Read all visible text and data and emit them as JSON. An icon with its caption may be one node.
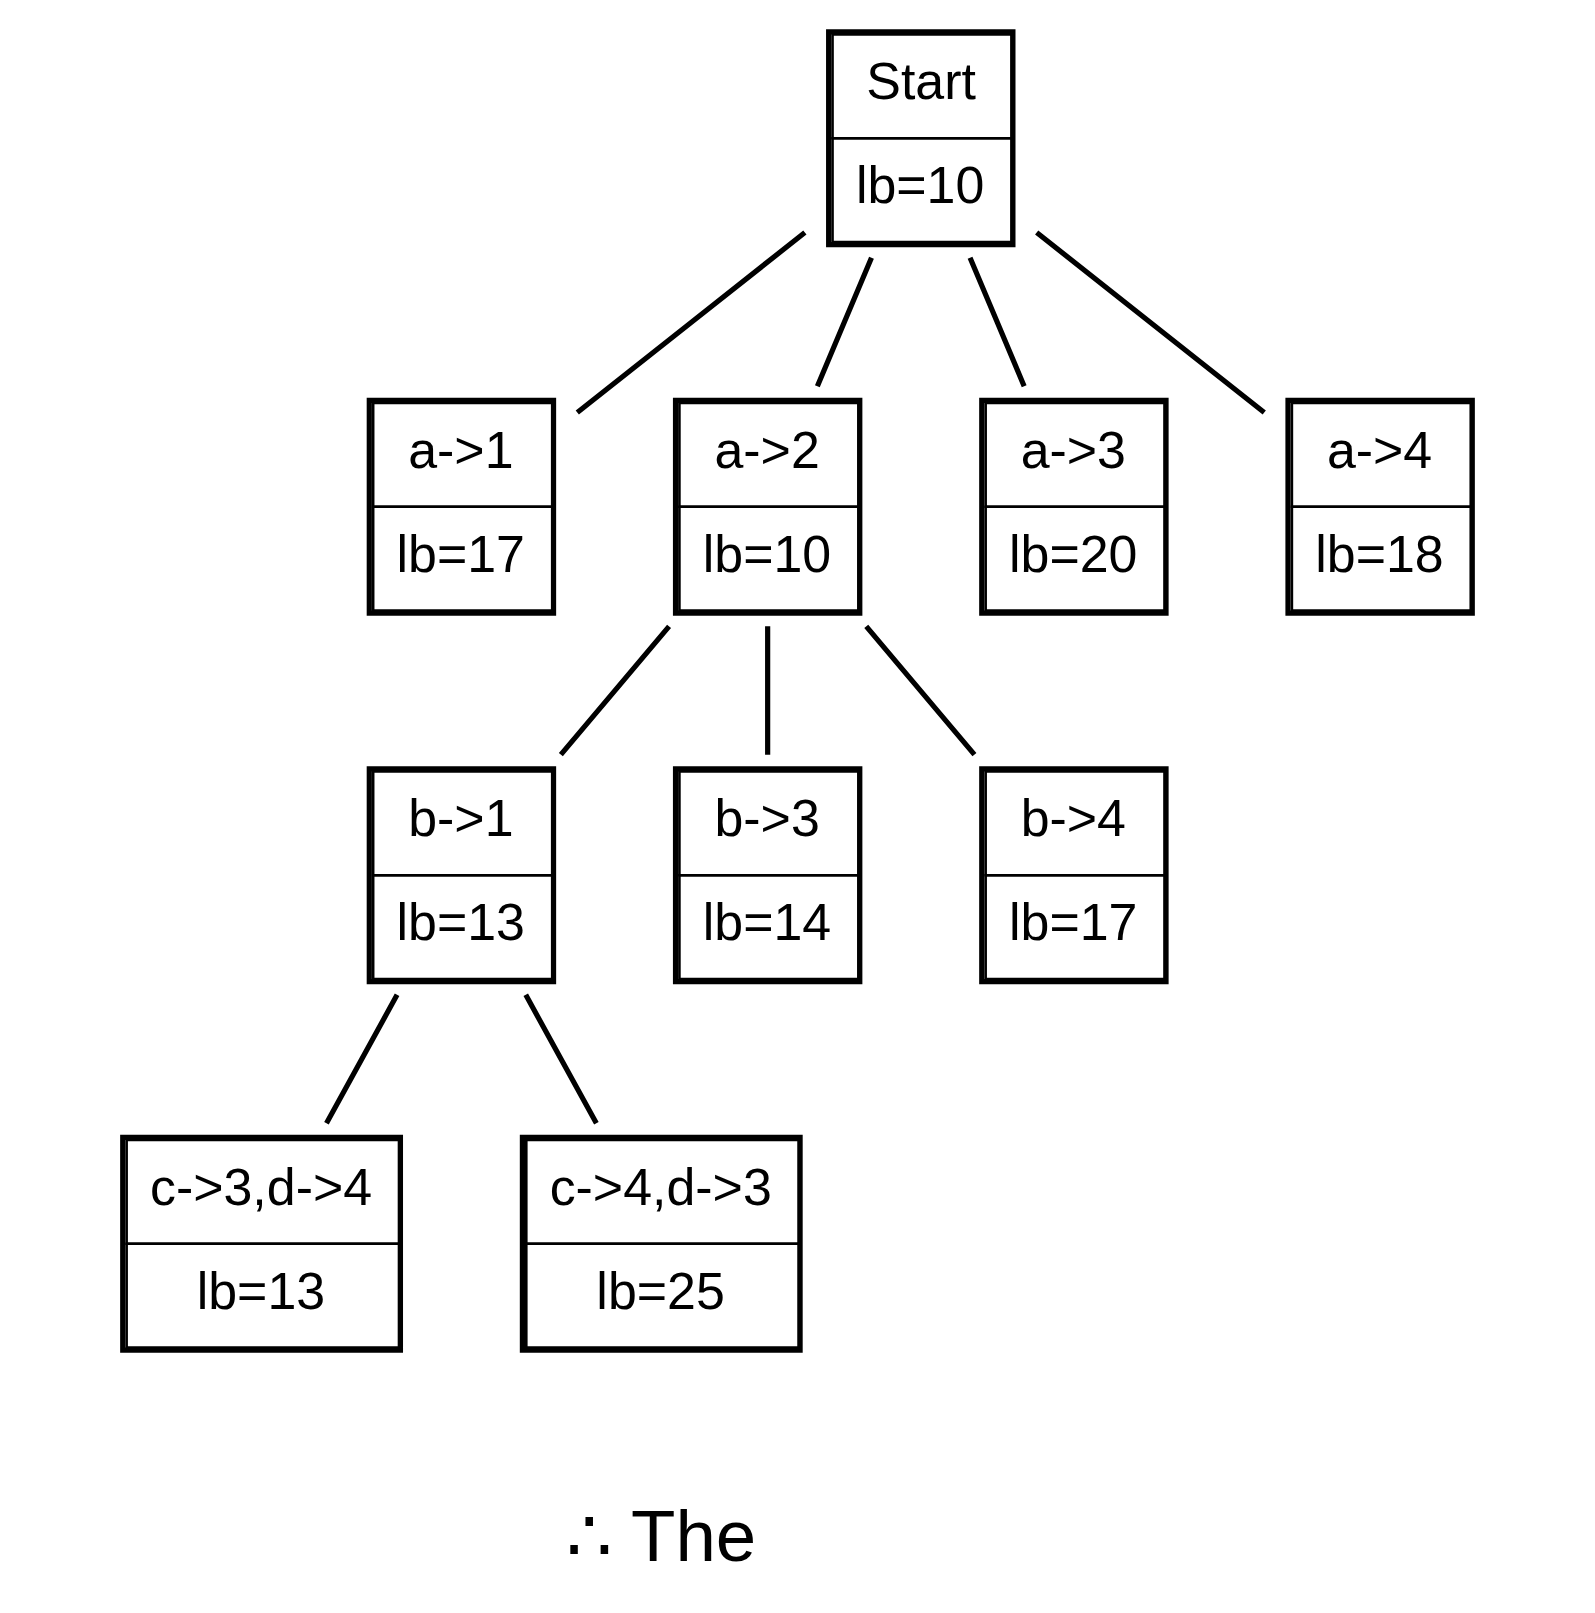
{
  "diagram": {
    "nodes": [
      {
        "text": [
          "Start",
          "lb=10"
        ]
      },
      {
        "text": [
          "a->1",
          "lb=17"
        ]
      },
      {
        "text": [
          "a->2",
          "lb=10"
        ]
      },
      {
        "text": [
          "a->3",
          "lb=20"
        ]
      },
      {
        "text": [
          "a->4",
          "lb=18"
        ]
      },
      {
        "text": [
          "b->1",
          "lb=13"
        ]
      },
      {
        "text": [
          "b->3",
          "lb=14"
        ]
      },
      {
        "text": [
          "b->4",
          "lb=17"
        ]
      },
      {
        "text": [
          "c->3,d->4",
          "lb=13"
        ]
      },
      {
        "text": [
          "c->4,d->3",
          "lb=25"
        ]
      }
    ],
    "edges": [
      {
        "from": 0,
        "to": 1,
        "arrow": "none"
      },
      {
        "from": 0,
        "to": 2,
        "arrow": "none"
      },
      {
        "from": 0,
        "to": 3,
        "arrow": "none"
      },
      {
        "from": 0,
        "to": 4,
        "arrow": "none"
      },
      {
        "from": 2,
        "to": 5,
        "arrow": "none"
      },
      {
        "from": 2,
        "to": 6,
        "arrow": "none"
      },
      {
        "from": 2,
        "to": 7,
        "arrow": "none"
      },
      {
        "from": 5,
        "to": 8,
        "arrow": "none"
      },
      {
        "from": 5,
        "to": 9,
        "arrow": "none"
      }
    ],
    "labels": [
      "∴ The"
    ]
  }
}
